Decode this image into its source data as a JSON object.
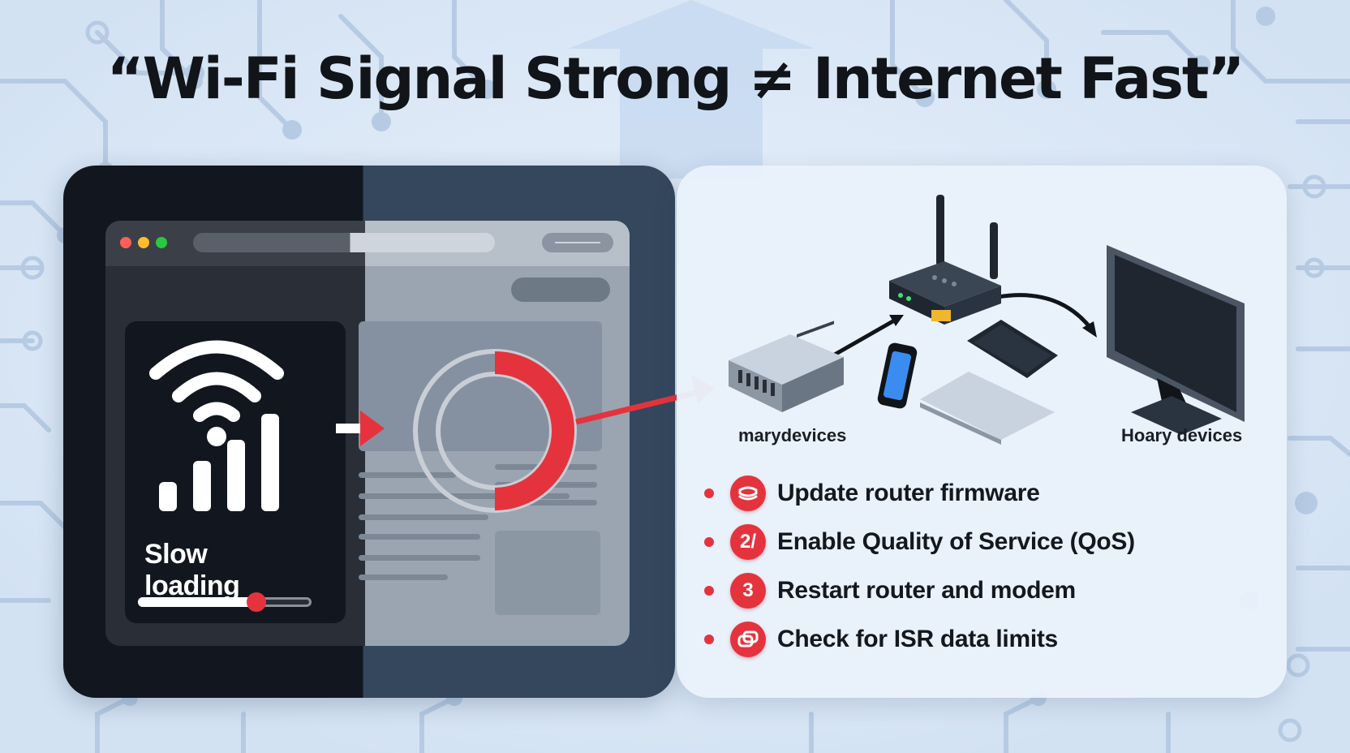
{
  "title": "“Wi-Fi Signal Strong ≠ Internet Fast”",
  "left_panel": {
    "status_label": "Slow loading",
    "progress": 0.68,
    "colors": {
      "accent": "#e5333d",
      "dark": "#12171f"
    }
  },
  "devices": {
    "left_label": "marydevices",
    "right_label": "Hoary devices",
    "icons": [
      "switch-icon",
      "router-icon",
      "phone-icon",
      "laptop-icon",
      "tv-icon"
    ]
  },
  "tips": [
    {
      "badge": "",
      "icon": "router-stack-icon",
      "text": "Update router firmware"
    },
    {
      "badge": "2/",
      "icon": "",
      "text": "Enable Quality of Service (QoS)"
    },
    {
      "badge": "3",
      "icon": "",
      "text": "Restart router and modem"
    },
    {
      "badge": "",
      "icon": "overlap-icon",
      "text": "Check for ISR data limits"
    }
  ]
}
